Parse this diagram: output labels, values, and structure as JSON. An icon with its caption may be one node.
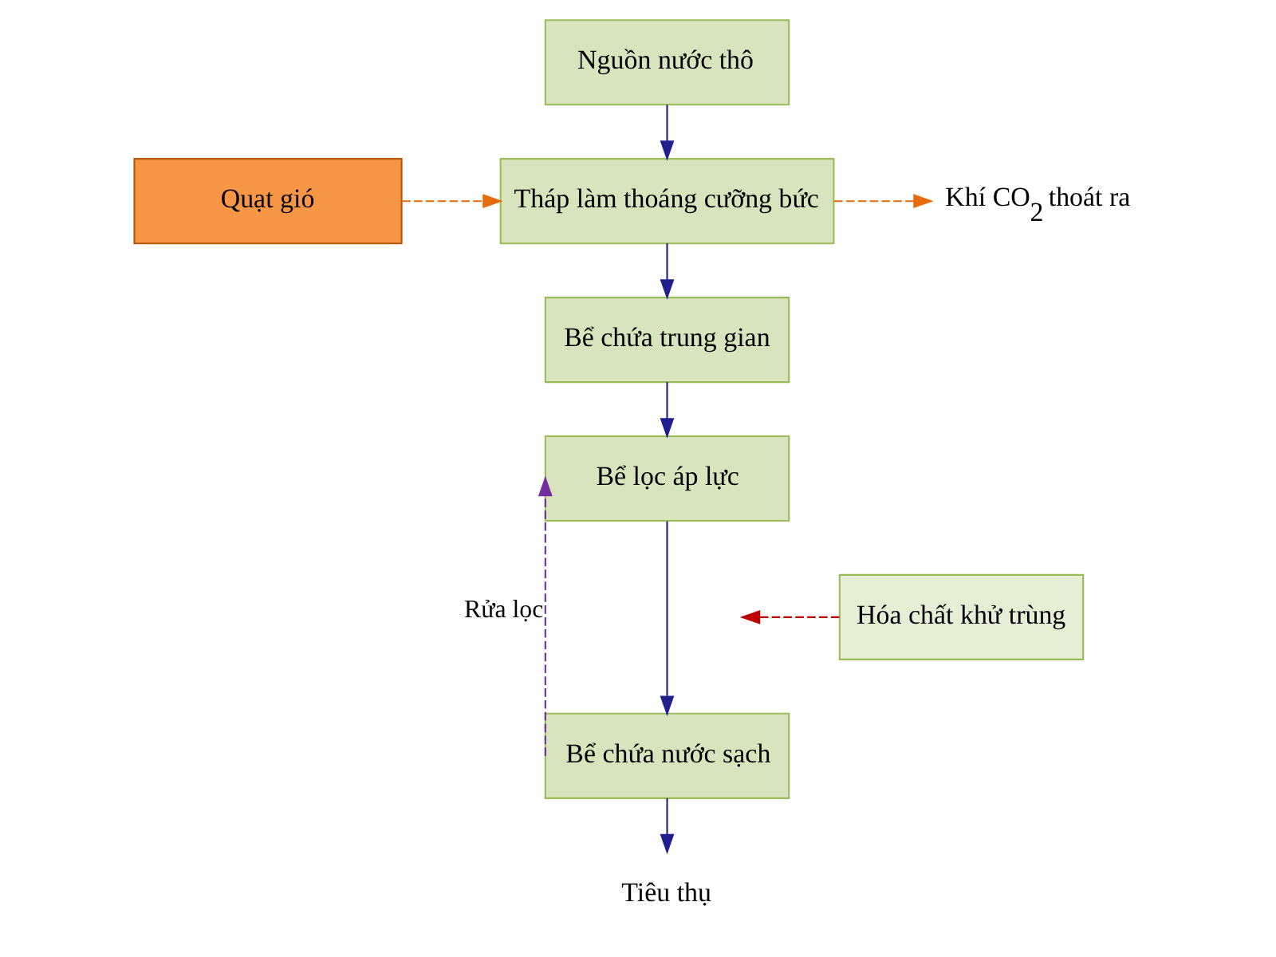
{
  "diagram": {
    "nodes": [
      {
        "text": [
          "Nguồn nước thô"
        ]
      },
      {
        "text": [
          "Quạt gió"
        ]
      },
      {
        "text": [
          "Tháp làm thoáng cưỡng bức"
        ]
      },
      {
        "text": [
          "Khí CO$_{2}$ thoát ra"
        ]
      },
      {
        "text": [
          "Bể chứa trung gian"
        ]
      },
      {
        "text": [
          "Bể lọc áp lực"
        ]
      },
      {
        "text": [
          "Hóa chất khử trùng"
        ]
      },
      {
        "text": [
          "Bể chứa nước sạch"
        ]
      },
      {
        "text": [
          "Tiêu thụ"
        ]
      }
    ],
    "edges": [
      {
        "from": 0,
        "to": 2,
        "arrow": "to"
      },
      {
        "from": 1,
        "to": 2,
        "arrow": "to",
        "style": "dashed",
        "color": "#e46c0a"
      },
      {
        "from": 2,
        "to": 3,
        "arrow": "to",
        "style": "dashed",
        "color": "#e46c0a"
      },
      {
        "from": 2,
        "to": 4,
        "arrow": "to"
      },
      {
        "from": 4,
        "to": 5,
        "arrow": "to"
      },
      {
        "from": 5,
        "to": 7,
        "arrow": "to"
      },
      {
        "from": 6,
        "to": null,
        "arrow": "to",
        "style": "dashed",
        "color": "#c00000"
      },
      {
        "from": 7,
        "to": 5,
        "arrow": "to",
        "label": "Rửa lọc",
        "style": "dashed",
        "color": "#7030a0"
      },
      {
        "from": 7,
        "to": 8,
        "arrow": "to"
      }
    ]
  }
}
